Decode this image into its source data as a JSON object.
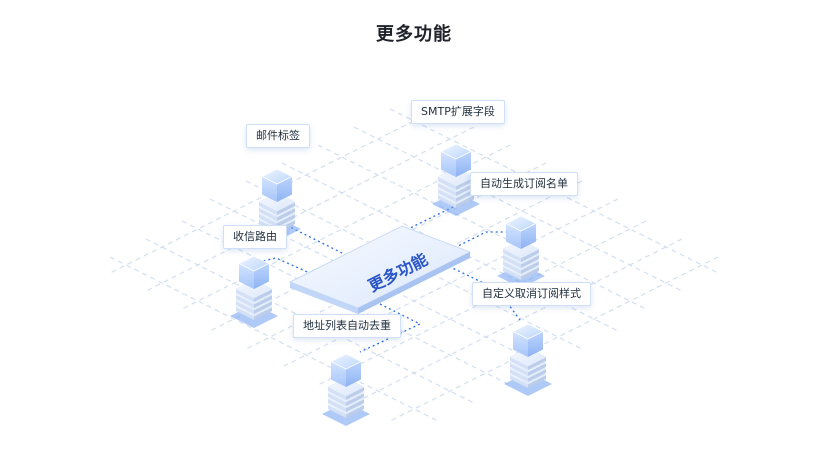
{
  "page": {
    "title": "更多功能"
  },
  "diagram": {
    "center_label": "更多功能",
    "features": [
      {
        "id": "smtp",
        "label": "SMTP扩展字段"
      },
      {
        "id": "tags",
        "label": "邮件标签"
      },
      {
        "id": "auto-sub",
        "label": "自动生成订阅名单"
      },
      {
        "id": "routing",
        "label": "收信路由"
      },
      {
        "id": "unsub-style",
        "label": "自定义取消订阅样式"
      },
      {
        "id": "dedupe",
        "label": "地址列表自动去重"
      }
    ],
    "colors": {
      "accent": "#2a6ee8",
      "grid": "#cfdcef",
      "cube": "#a9c8fb"
    }
  }
}
